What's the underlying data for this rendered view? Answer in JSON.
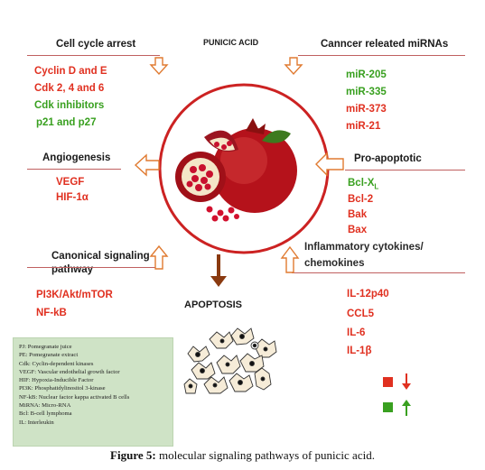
{
  "title": "PUNICIC ACID",
  "cell_cycle": {
    "header": "Cell cycle arrest",
    "items": [
      {
        "text": "Cyclin D and E",
        "color": "red"
      },
      {
        "text": "Cdk 2, 4 and 6",
        "color": "red"
      },
      {
        "text": "Cdk inhibitors",
        "color": "green"
      },
      {
        "text": "p21 and p27",
        "color": "green"
      }
    ]
  },
  "mirnas": {
    "header": "Canncer releated miRNAs",
    "items": [
      {
        "text": "miR-205",
        "color": "green"
      },
      {
        "text": "miR-335",
        "color": "green"
      },
      {
        "text": "miR-373",
        "color": "red"
      },
      {
        "text": "miR-21",
        "color": "red"
      }
    ]
  },
  "angiogenesis": {
    "header": "Angiogenesis",
    "items": [
      {
        "text": "VEGF",
        "color": "red"
      },
      {
        "text": "HIF-1α",
        "color": "red"
      }
    ]
  },
  "pro_apoptotic": {
    "header": "Pro-apoptotic",
    "items": [
      {
        "text": "Bcl-X",
        "sub": "L",
        "color": "green"
      },
      {
        "text": "Bcl-2",
        "color": "red"
      },
      {
        "text": "Bak",
        "color": "red"
      },
      {
        "text": "Bax",
        "color": "red"
      }
    ]
  },
  "canonical": {
    "header_line1": "Canonical signaling",
    "header_line2": "pathway",
    "items": [
      {
        "text": "PI3K/Akt/mTOR",
        "color": "red"
      },
      {
        "text": "NF-kB",
        "color": "red"
      }
    ]
  },
  "inflammatory": {
    "header_line1": "Inflammatory cytokines/",
    "header_line2": "chemokines",
    "items": [
      {
        "text": "IL-12p40",
        "color": "red"
      },
      {
        "text": "CCL5",
        "color": "red"
      },
      {
        "text": "IL-6",
        "color": "red"
      },
      {
        "text": "IL-1β",
        "color": "red"
      }
    ]
  },
  "apoptosis_label": "APOPTOSIS",
  "legend": [
    "PJ: Pomegranate juice",
    "PE: Pomegranate extract",
    "Cdk: Cyclin-dependent kinases",
    "VEGF: Vascular endothelial growth factor",
    "HIF: Hypoxia-Inducible Factor",
    "PI3K: Phosphatidylinositol 3-kinase",
    "NF-kB: Nuclear factor kappa activated B cells",
    "MiRNA: Micro-RNA",
    "Bcl: B-cell lymphoma",
    "IL: Interleukin"
  ],
  "colors": {
    "red": "#e03020",
    "green": "#39a020",
    "line": "#c06060",
    "arrow_outline": "#e07a30",
    "apoptosis_arrow": "#8a3a10",
    "circle": "#cc2222",
    "legend_bg": "#cfe3c6"
  },
  "caption": {
    "label": "Figure 5:",
    "text": " molecular signaling pathways of punicic acid."
  }
}
